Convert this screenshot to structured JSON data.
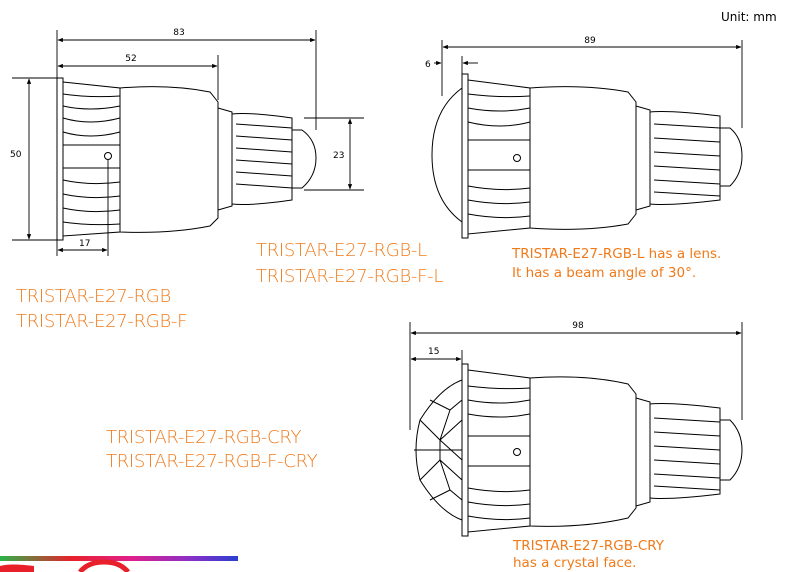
{
  "unit_label": "Unit: mm",
  "accent_color": "#f07a1a",
  "views": {
    "standard": {
      "dims": {
        "overall_length": "83",
        "body_length": "52",
        "diameter": "50",
        "base_diameter": "23",
        "hole_offset": "17"
      },
      "labels": [
        "TRISTAR-E27-RGB",
        "TRISTAR-E27-RGB-F"
      ]
    },
    "lens": {
      "dims": {
        "overall_length": "89",
        "lens_depth": "6"
      },
      "labels": [
        "TRISTAR-E27-RGB-L",
        "TRISTAR-E27-RGB-F-L"
      ],
      "note": [
        "TRISTAR-E27-RGB-L has a lens.",
        "It has a beam angle of 30°."
      ]
    },
    "crystal": {
      "dims": {
        "overall_length": "98",
        "crystal_depth": "15"
      },
      "labels": [
        "TRISTAR-E27-RGB-CRY",
        "TRISTAR-E27-RGB-F-CRY"
      ],
      "note": [
        "TRISTAR-E27-RGB-CRY",
        "has a crystal face."
      ]
    }
  }
}
